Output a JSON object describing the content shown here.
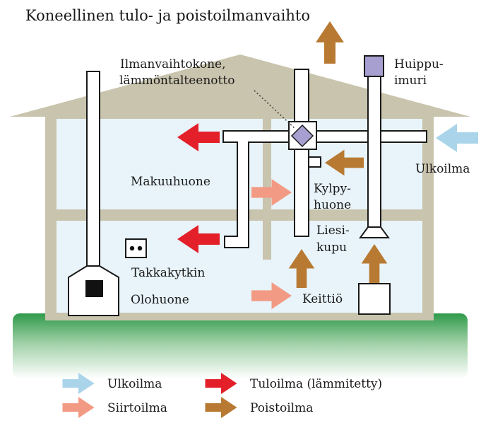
{
  "title": "Koneellinen tulo- ja poistoilmanvaihto",
  "labels": {
    "unit_line1": "Ilmanvaihtokone,",
    "unit_line2": "lämmöntalteenotto",
    "roof_fan_line1": "Huippu-",
    "roof_fan_line2": "imuri",
    "outdoor_air": "Ulkoilma",
    "bedroom": "Makuuhuone",
    "bathroom_line1": "Kylpy-",
    "bathroom_line2": "huone",
    "hood_line1": "Liesi-",
    "hood_line2": "kupu",
    "fireplace_switch": "Takkakytkin",
    "living_room": "Olohuone",
    "kitchen": "Keittiö"
  },
  "legend": [
    {
      "label": "Ulkoilma",
      "color": "#a9d4ea"
    },
    {
      "label": "Tuloilma (lämmitetty)",
      "color": "#e3202a"
    },
    {
      "label": "Siirtoilma",
      "color": "#f39a85"
    },
    {
      "label": "Poistoilma",
      "color": "#b87a33"
    }
  ],
  "colors": {
    "house_wall": "#c9c4ad",
    "room_fill": "#e8f4fa",
    "ground_top": "#2f9a4a",
    "unit_fill": "#a79fd0",
    "duct_outline": "#1a1a1a"
  }
}
